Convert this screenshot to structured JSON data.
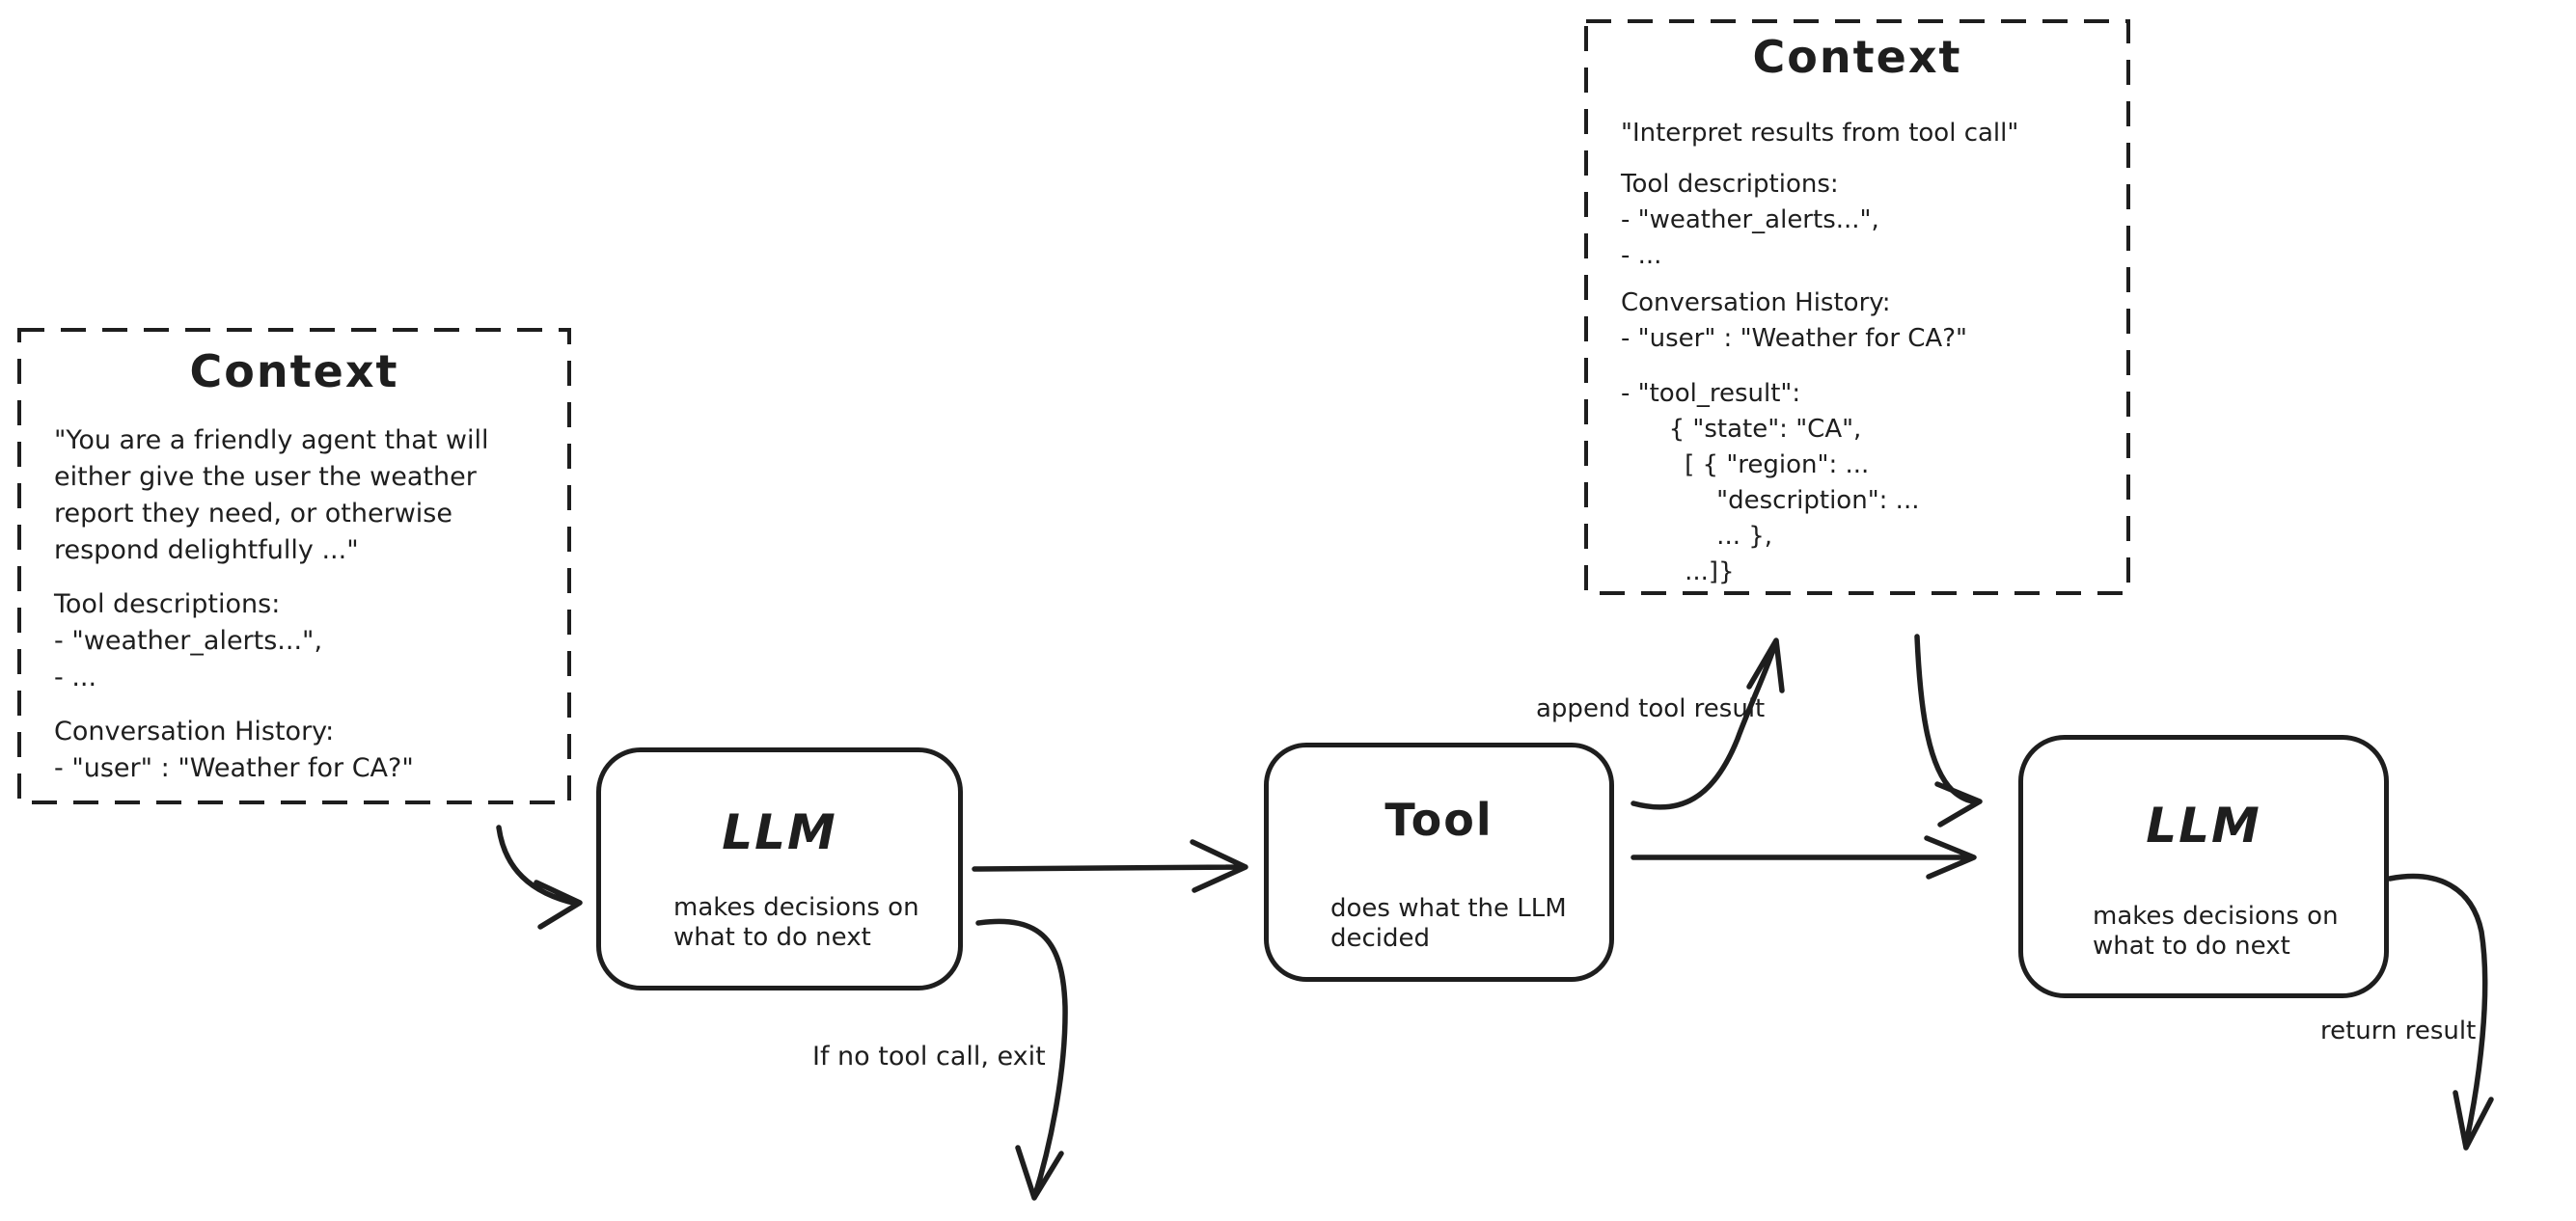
{
  "colors": {
    "ink": "#1e1e1e",
    "background": "#ffffff"
  },
  "diagram": {
    "context_left": {
      "title": "Context",
      "paragraphs": {
        "system_prompt": [
          "\"You are a friendly agent that will",
          "either give the user the weather",
          "report they need, or otherwise",
          "respond delightfully ...\""
        ],
        "tools": [
          "Tool descriptions:",
          "- \"weather_alerts...\",",
          "- ..."
        ],
        "history": [
          "Conversation History:",
          "- \"user\" : \"Weather for CA?\""
        ]
      }
    },
    "context_right": {
      "title": "Context",
      "paragraphs": {
        "system_prompt": [
          "\"Interpret results from tool call\""
        ],
        "tools": [
          "Tool descriptions:",
          "- \"weather_alerts...\",",
          "- ..."
        ],
        "history": [
          "Conversation History:",
          "- \"user\" : \"Weather for CA?\""
        ],
        "tool_result": [
          "- \"tool_result\":",
          "      { \"state\": \"CA\",",
          "        [ { \"region\": ...",
          "            \"description\": ...",
          "            ... },",
          "        ...]}"
        ]
      }
    },
    "llm_first": {
      "title": "LLM",
      "subtitle": "makes decisions on\nwhat to do next"
    },
    "tool": {
      "title": "Tool",
      "subtitle": "does what the LLM\ndecided"
    },
    "llm_second": {
      "title": "LLM",
      "subtitle": "makes decisions on\nwhat to do next"
    },
    "edge_labels": {
      "append_tool_result": "append tool result",
      "if_no_tool_call_exit": "If no tool call, exit",
      "return_result": "return result"
    }
  }
}
